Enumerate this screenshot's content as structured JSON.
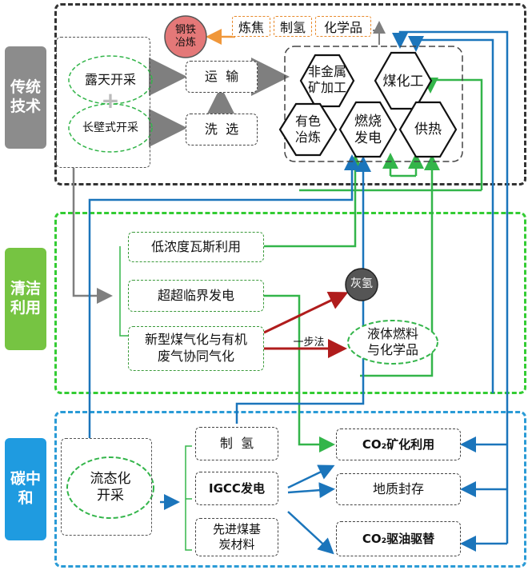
{
  "sections": {
    "traditional": {
      "label": "传统\n技术",
      "color": "#8c8c8c"
    },
    "clean": {
      "label": "清洁\n利用",
      "color": "#76c442"
    },
    "carbon": {
      "label": "碳中\n和",
      "color": "#1f9be0"
    }
  },
  "traditional": {
    "mining_open": "露天开采",
    "plus": "+",
    "mining_longwall": "长壁式开采",
    "transport": "运  输",
    "washing": "洗  选",
    "steel": "钢铁\n冶炼",
    "coking": "炼焦",
    "hydrogen": "制氢",
    "chemicals": "化学品",
    "hex": {
      "nonmetal": "非金属\n矿加工",
      "coal_chem": "煤化工",
      "nonferrous": "有色\n冶炼",
      "combustion": "燃烧\n发电",
      "heating": "供热"
    }
  },
  "clean": {
    "low_gas": "低浓度瓦斯利用",
    "ultra": "超超临界发电",
    "gasification": "新型煤气化与有机\n废气协同气化",
    "grey_h2": "灰氢",
    "one_step": "一步法",
    "liquid_fuel": "液体燃料\n与化学品"
  },
  "carbon": {
    "fluid_mining": "流态化\n开采",
    "h2": "制  氢",
    "igcc": "IGCC发电",
    "advanced_material": "先进煤基\n炭材料",
    "co2_mineral": "CO₂矿化利用",
    "geo_storage": "地质封存",
    "co2_eor": "CO₂驱油驱替"
  },
  "colors": {
    "dark_arrow": "#7f7f7f",
    "green_line": "#33b54a",
    "blue_line": "#1b75bb",
    "red_arrow": "#b01c1c",
    "orange_arrow": "#f0973a"
  }
}
